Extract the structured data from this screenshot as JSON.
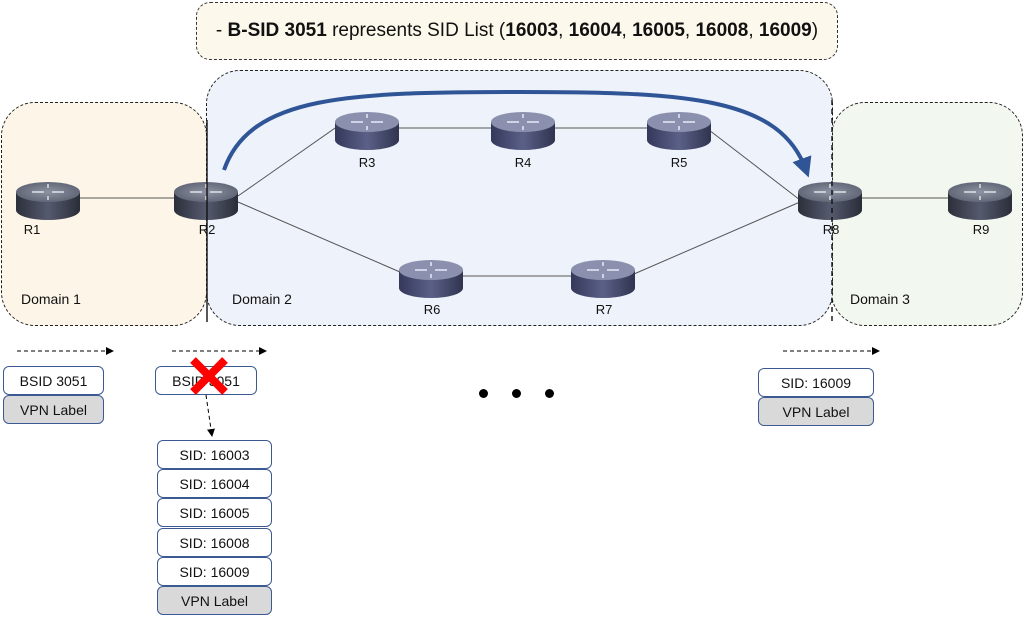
{
  "banner": {
    "prefix": "- ",
    "bsid": "B-SID 3051",
    "middle": " represents SID List (",
    "sids": [
      "16003",
      "16004",
      "16005",
      "16008",
      "16009"
    ],
    "suffix": ")"
  },
  "domains": [
    {
      "label": "Domain 1"
    },
    {
      "label": "Domain 2"
    },
    {
      "label": "Domain 3"
    }
  ],
  "routers": [
    "R1",
    "R2",
    "R3",
    "R4",
    "R5",
    "R6",
    "R7",
    "R8",
    "R9"
  ],
  "stacks": {
    "stack1": [
      "BSID 3051",
      "VPN Label"
    ],
    "stack2_top": "BSID 3051",
    "stack2_expanded": [
      "SID: 16003",
      "SID: 16004",
      "SID: 16005",
      "SID: 16008",
      "SID: 16009",
      "VPN Label"
    ],
    "stack3": [
      "SID: 16009",
      "VPN Label"
    ]
  },
  "colors": {
    "path_arrow": "#2f5597",
    "cross": "#ff0000",
    "box_border": "#3b5a92"
  }
}
